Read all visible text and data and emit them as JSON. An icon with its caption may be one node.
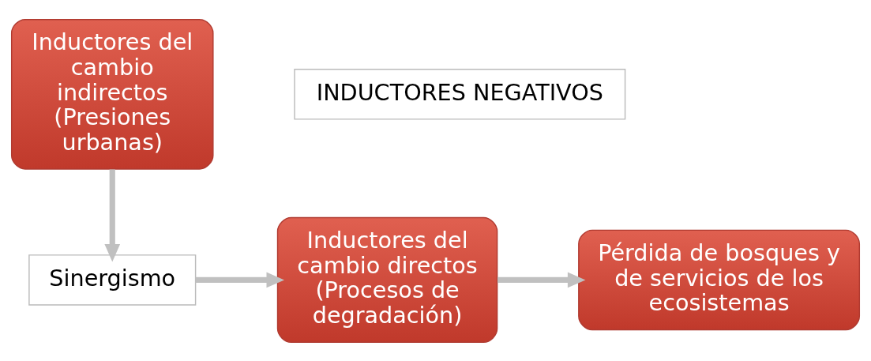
{
  "diagram": {
    "nodes": [
      {
        "text": [
          "Inductores del cambio indirectos (Presiones urbanas)"
        ]
      },
      {
        "text": [
          "INDUCTORES NEGATIVOS"
        ]
      },
      {
        "text": [
          "Sinergismo"
        ]
      },
      {
        "text": [
          "Inductores del cambio directos (Procesos de degradación)"
        ]
      },
      {
        "text": [
          "Pérdida de bosques y de servicios de los ecosistemas"
        ]
      }
    ],
    "edges": [
      {
        "from": 0,
        "to": 2,
        "arrow": "to"
      },
      {
        "from": 2,
        "to": 3,
        "arrow": "to"
      },
      {
        "from": 3,
        "to": 4,
        "arrow": "to"
      }
    ]
  }
}
